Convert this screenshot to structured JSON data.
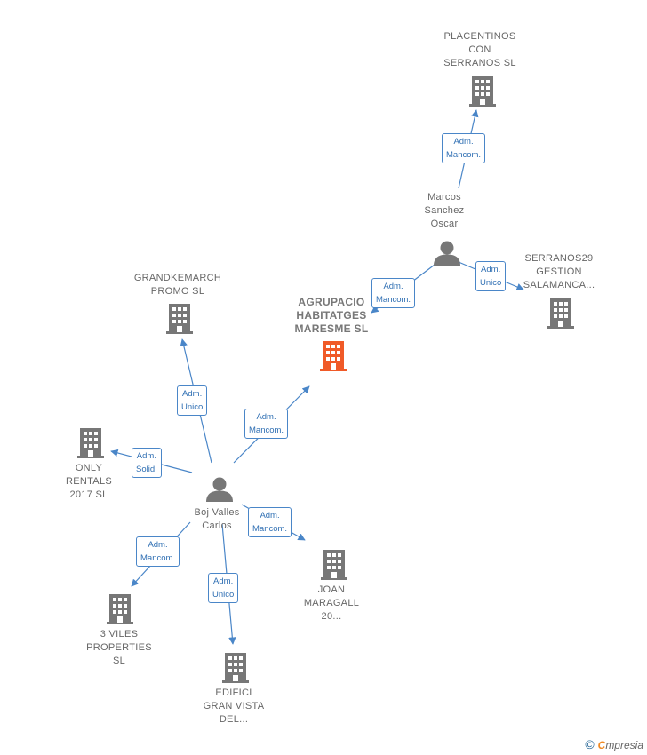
{
  "nodes": {
    "placentinos": {
      "label": "PLACENTINOS\nCON\nSERRANOS  SL",
      "type": "company"
    },
    "marcos": {
      "label": "Marcos\nSanchez\nOscar",
      "type": "person"
    },
    "serranos29": {
      "label": "SERRANOS29\nGESTION\nSALAMANCA...",
      "type": "company"
    },
    "agrupacio": {
      "label": "AGRUPACIO\nHABITATGES\nMARESME  SL",
      "type": "company-main"
    },
    "grandkemarch": {
      "label": "GRANDKEMARCH\nPROMO  SL",
      "type": "company"
    },
    "only": {
      "label": "ONLY\nRENTALS\n2017  SL",
      "type": "company"
    },
    "boj": {
      "label": "Boj Valles\nCarlos",
      "type": "person"
    },
    "joan": {
      "label": "JOAN\nMARAGALL\n20...",
      "type": "company"
    },
    "viles": {
      "label": "3 VILES\nPROPERTIES\nSL",
      "type": "company"
    },
    "edifici": {
      "label": "EDIFICI\nGRAN VISTA\nDEL...",
      "type": "company"
    }
  },
  "relations": {
    "marcos_placentinos": "Adm.\nMancom.",
    "marcos_serranos29": "Adm.\nUnico",
    "marcos_agrupacio": "Adm.\nMancom.",
    "boj_agrupacio": "Adm.\nMancom.",
    "boj_grandkemarch": "Adm.\nUnico",
    "boj_only": "Adm.\nSolid.",
    "boj_joan": "Adm.\nMancom.",
    "boj_viles": "Adm.\nMancom.",
    "boj_edifici": "Adm.\nUnico"
  },
  "colors": {
    "company": "#777777",
    "company_main": "#f05a28",
    "person": "#777777",
    "edge": "#4a86c8"
  },
  "footer": {
    "copyright": "©",
    "brand_first": "C",
    "brand_rest": "mpresia"
  }
}
